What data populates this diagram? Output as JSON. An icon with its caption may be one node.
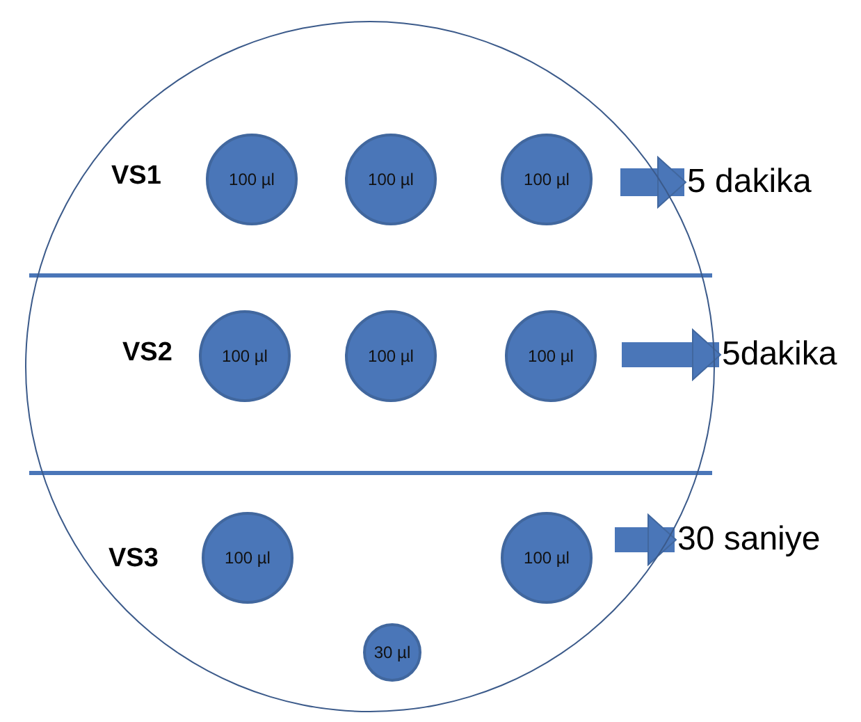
{
  "diagram": {
    "nodes": [
      {
        "text": [],
        "shape": "circle"
      },
      {
        "text": [
          "100 µl"
        ],
        "in": 0
      },
      {
        "text": [
          "100 µl"
        ],
        "in": 0
      },
      {
        "text": [
          "100 µl"
        ],
        "in": 0
      },
      {
        "text": [
          "5 dakika"
        ]
      },
      {
        "text": [
          "100 µl"
        ],
        "in": 0
      },
      {
        "text": [
          "100 µl"
        ],
        "in": 0
      },
      {
        "text": [
          "100 µl"
        ],
        "in": 0
      },
      {
        "text": [
          "5dakika"
        ]
      },
      {
        "text": [
          "100 µl"
        ],
        "in": 0
      },
      {
        "text": [
          "100 µl"
        ],
        "in": 0
      },
      {
        "text": [
          "30 saniye"
        ]
      },
      {
        "text": [
          "30 µl"
        ],
        "in": 0
      }
    ],
    "edges": [
      {
        "from": null,
        "to": 4,
        "arrow": "to"
      },
      {
        "from": null,
        "to": 8,
        "arrow": "to"
      },
      {
        "from": null,
        "to": 11,
        "arrow": "to"
      }
    ],
    "labels": [
      "VS1",
      "VS2",
      "VS3"
    ]
  }
}
